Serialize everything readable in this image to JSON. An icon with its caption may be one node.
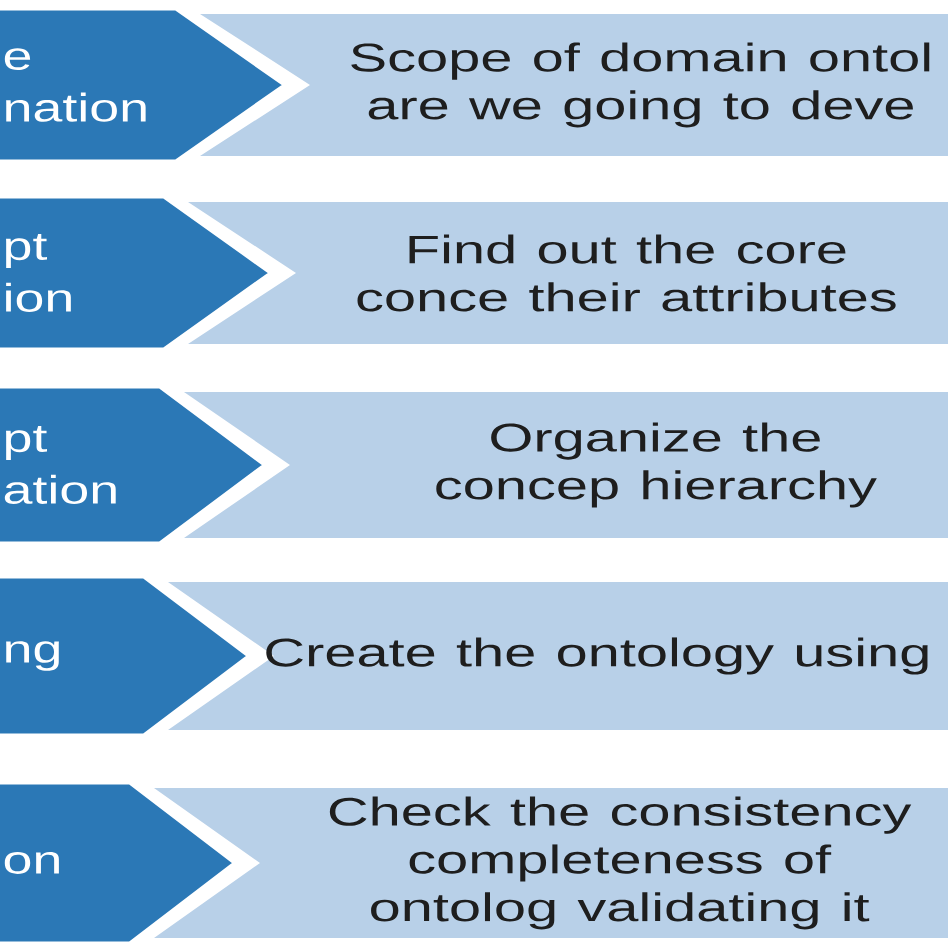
{
  "diagram": {
    "nodes": [
      {
        "text": [
          "e nation"
        ]
      },
      {
        "text": [
          "Scope of domain ontol are we going to deve"
        ]
      },
      {
        "text": [
          "pt ion"
        ]
      },
      {
        "text": [
          "Find out the core conce their attributes"
        ]
      },
      {
        "text": [
          "pt ation"
        ]
      },
      {
        "text": [
          "Organize the concep hierarchy"
        ]
      },
      {
        "text": [
          "ng"
        ]
      },
      {
        "text": [
          "Create the ontology using"
        ]
      },
      {
        "text": [
          "on"
        ]
      },
      {
        "text": [
          "Check the consistency completeness of ontolog validating it"
        ]
      }
    ]
  }
}
